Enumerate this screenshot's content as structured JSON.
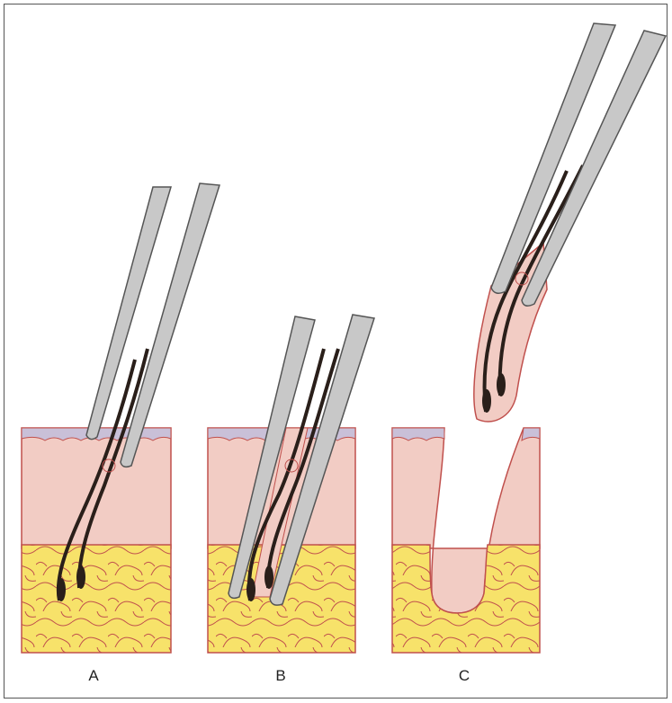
{
  "figure": {
    "panels": [
      {
        "id": "A",
        "label": "A"
      },
      {
        "id": "B",
        "label": "B"
      },
      {
        "id": "C",
        "label": "C"
      }
    ],
    "colors": {
      "dermis": "#f2ccc4",
      "epidermis": "#c9c0d8",
      "fat": "#f7e26a",
      "tissue_outline": "#c0504d",
      "forceps": "#c8c8c8",
      "forceps_outline": "#555555",
      "hair": "#2a1f1a"
    }
  }
}
